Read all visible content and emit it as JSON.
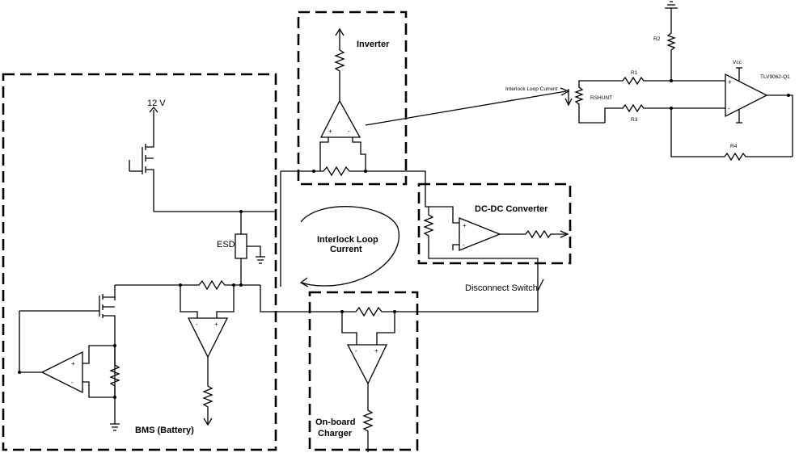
{
  "blocks": {
    "inverter": "Inverter",
    "dcdc": "DC-DC Converter",
    "bms": "BMS (Battery)",
    "charger_line1": "On-board",
    "charger_line2": "Charger"
  },
  "labels": {
    "supply": "12 V",
    "esd": "ESD",
    "loop_line1": "Interlock Loop",
    "loop_line2": "Current",
    "disconnect": "Disconnect Switch"
  },
  "detail": {
    "current_label": "Interlock Loop Current",
    "rshunt": "RSHUNT",
    "r1": "R1",
    "r2": "R2",
    "r3": "R3",
    "r4": "R4",
    "vcc": "Vcc",
    "part": "TLV9062-Q1"
  },
  "opamp_pins": {
    "plus": "+",
    "minus": "-"
  }
}
